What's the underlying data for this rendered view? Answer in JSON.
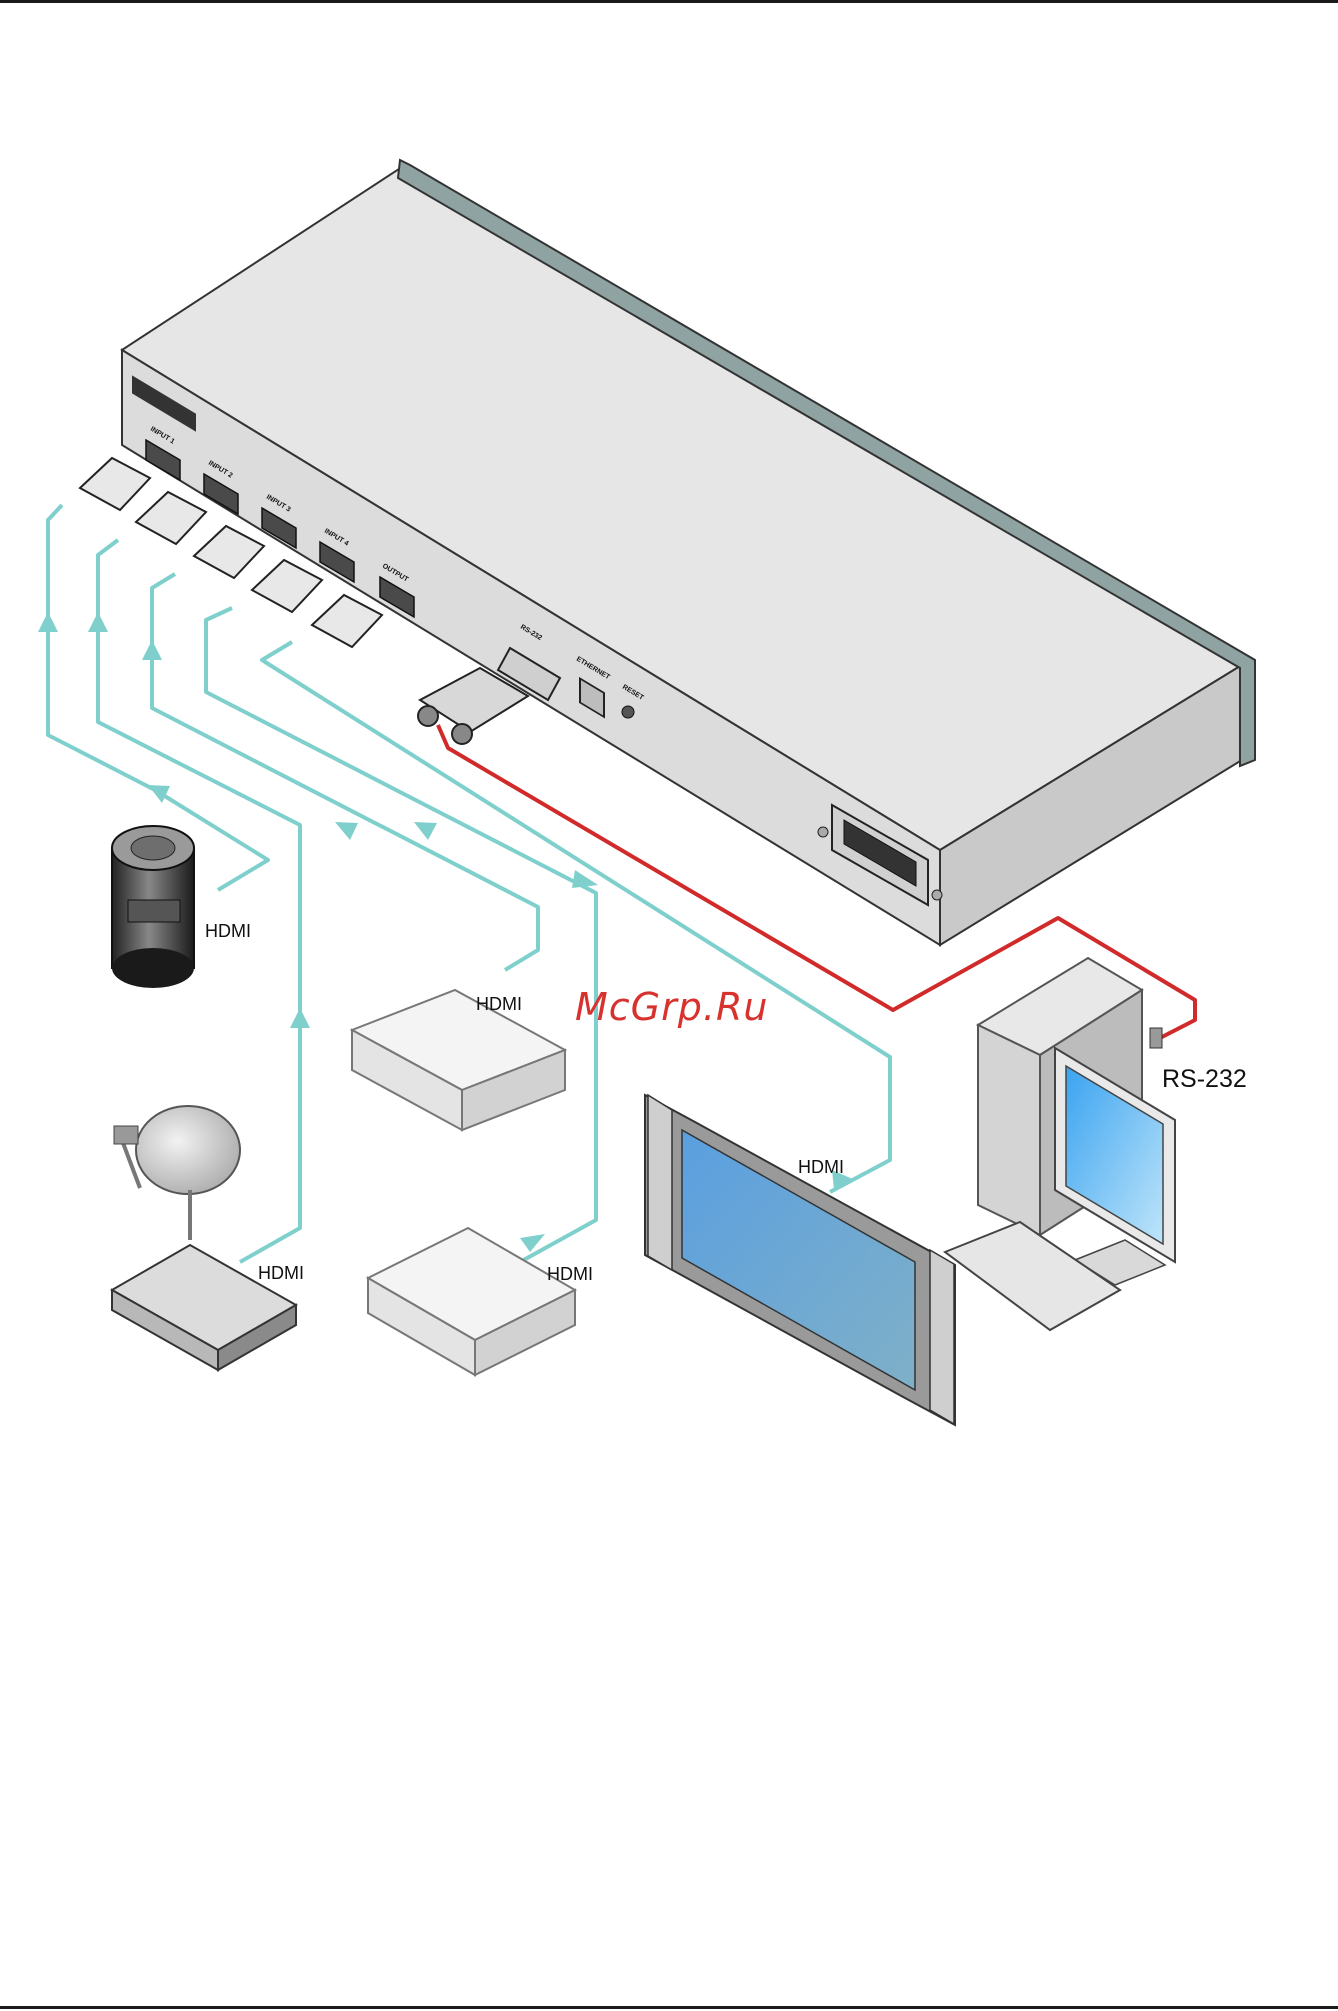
{
  "labels": {
    "camera_hdmi": "HDMI",
    "dvd1_hdmi": "HDMI",
    "satellite_hdmi": "HDMI",
    "dvd2_hdmi": "HDMI",
    "display_hdmi": "HDMI",
    "rs232": "RS-232"
  },
  "ports": {
    "input1": "INPUT 1",
    "input2": "INPUT 2",
    "input3": "INPUT 3",
    "input4": "INPUT 4",
    "output": "OUTPUT",
    "rs232": "RS-232",
    "ethernet": "ETHERNET",
    "reset": "RESET"
  },
  "watermark": "McGrp.Ru",
  "colors": {
    "hdmi_cable": "#7fd0cc",
    "rs232_cable": "#d12a2a",
    "chassis": "#e4e4e4",
    "screen": "#4f94d0",
    "watermark": "#d8322e"
  }
}
